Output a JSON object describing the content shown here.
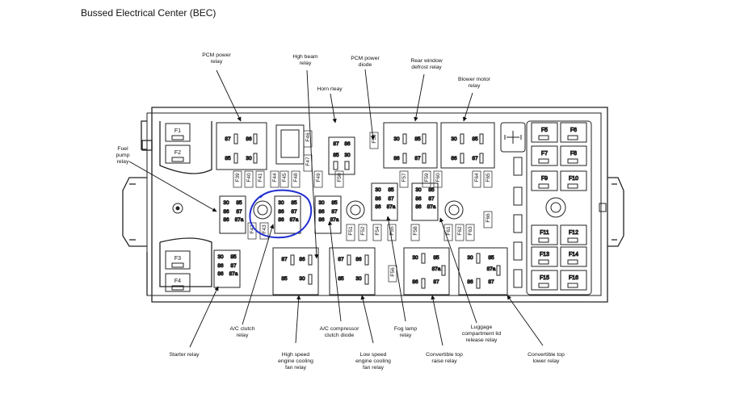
{
  "title": "Bussed Electrical Center (BEC)",
  "colors": {
    "line": "#222222",
    "highlight": "#1f2ed0"
  },
  "labels": {
    "pcm_power_relay": [
      "PCM power",
      "relay"
    ],
    "high_beam_relay": [
      "Hgh beam",
      "relay"
    ],
    "pcm_power_diode": [
      "PCM power",
      "diode"
    ],
    "rear_window_defrost_relay": [
      "Rear window",
      "defrost relay"
    ],
    "blower_motor_relay": [
      "Blower motor",
      "relay"
    ],
    "horn_relay": [
      "Horn rleay"
    ],
    "fuel_pump_relay": [
      "Fuel",
      "pump",
      "relay"
    ],
    "starter_relay": [
      "Starter relay"
    ],
    "ac_clutch_relay": [
      "A/C clutch",
      "relay"
    ],
    "high_speed_fan_relay": [
      "High speed",
      "engine cooling",
      "fan relay"
    ],
    "ac_compressor_clutch_diode": [
      "A/C compressor",
      "clutch diode"
    ],
    "low_speed_fan_relay": [
      "Low speed",
      "engine cooling",
      "fan relay"
    ],
    "fog_lamp_relay": [
      "Fog lamp",
      "relay"
    ],
    "convertible_top_raise_relay": [
      "Convertible top",
      "raise relay"
    ],
    "luggage_lid_release_relay": [
      "Luggage",
      "compartment lid",
      "release relay"
    ],
    "convertible_top_lower_relay": [
      "Convertible top",
      "lower relay"
    ]
  },
  "fuses_left": [
    "F1",
    "F2",
    "F3",
    "F4"
  ],
  "fuses_right": [
    [
      "F5",
      "F6"
    ],
    [
      "F7",
      "F8"
    ],
    [
      "F9",
      "F10"
    ],
    [
      "F11",
      "F12"
    ],
    [
      "F13",
      "F14"
    ],
    [
      "F15",
      "F16"
    ]
  ],
  "vertical_fuses": [
    "F39",
    "F40",
    "F41",
    "F42",
    "F43",
    "F44",
    "F45",
    "F46",
    "F47",
    "F48",
    "F49",
    "F50",
    "F51",
    "F52",
    "F53",
    "F54",
    "F55",
    "F56",
    "F57",
    "F58",
    "F59",
    "F60",
    "F61",
    "F62",
    "F63",
    "F64",
    "F65",
    "F66"
  ],
  "pin_labels": [
    "85",
    "86",
    "87",
    "87a",
    "30"
  ]
}
